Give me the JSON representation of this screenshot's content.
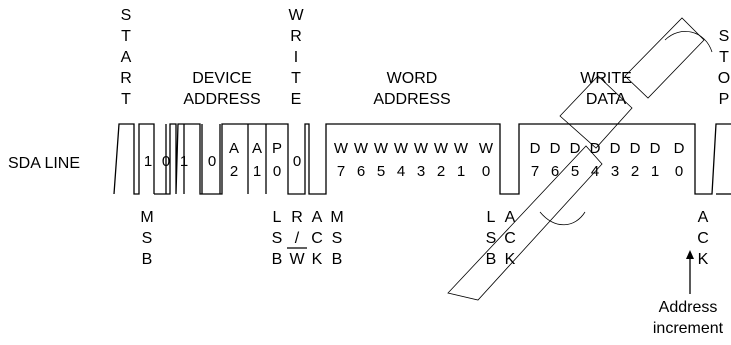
{
  "headers": {
    "start": [
      "S",
      "T",
      "A",
      "R",
      "T"
    ],
    "device_address": [
      "DEVICE",
      "ADDRESS"
    ],
    "write": [
      "W",
      "R",
      "I",
      "T",
      "E"
    ],
    "word_address": [
      "WORD",
      "ADDRESS"
    ],
    "write_data": [
      "WRITE",
      "DATA"
    ],
    "stop": [
      "S",
      "T",
      "O",
      "P"
    ]
  },
  "sda_label": "SDA LINE",
  "device_bits": [
    "1",
    "0",
    "1",
    "0"
  ],
  "device_addr_bits": [
    [
      "A",
      "2"
    ],
    [
      "A",
      "1"
    ],
    [
      "P",
      "0"
    ]
  ],
  "rw_bit": "0",
  "word_bits_top": [
    "W",
    "W",
    "W",
    "W",
    "W",
    "W",
    "W",
    "W"
  ],
  "word_bits_bottom": [
    "7",
    "6",
    "5",
    "4",
    "3",
    "2",
    "1",
    "0"
  ],
  "data_bits_top": [
    "D",
    "D",
    "D",
    "D",
    "D",
    "D",
    "D",
    "D"
  ],
  "data_bits_bottom": [
    "7",
    "6",
    "5",
    "4",
    "3",
    "2",
    "1",
    "0"
  ],
  "below_labels": {
    "msb_1": [
      "M",
      "S",
      "B"
    ],
    "lsb_1": [
      "L",
      "S",
      "B"
    ],
    "rw": [
      "R",
      "/",
      "W"
    ],
    "ack_1": [
      "A",
      "C",
      "K"
    ],
    "msb_2": [
      "M",
      "S",
      "B"
    ],
    "lsb_2": [
      "L",
      "S",
      "B"
    ],
    "ack_2": [
      "A",
      "C",
      "K"
    ],
    "ack_3": [
      "A",
      "C",
      "K"
    ]
  },
  "annotation": [
    "Address",
    "increment"
  ],
  "colors": {
    "line": "#000000",
    "background": "#ffffff"
  }
}
